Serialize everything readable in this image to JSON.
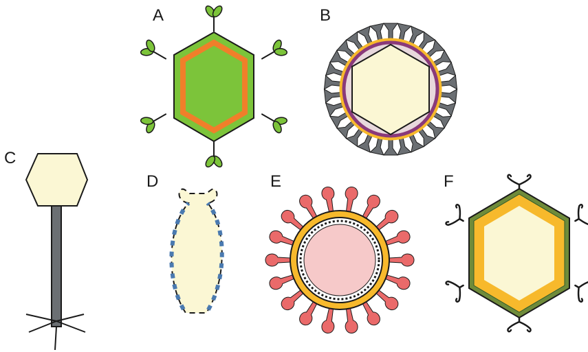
{
  "labels": {
    "a": "A",
    "b": "B",
    "c": "C",
    "d": "D",
    "e": "E",
    "f": "F"
  },
  "colors": {
    "outline": "#1a1a1a",
    "green": "#7cc43a",
    "orange": "#f07f2a",
    "cream": "#fbf7d4",
    "purple": "#8a3a7a",
    "lavender": "#e8d8dc",
    "gray": "#6b6f73",
    "yellow": "#f7b92c",
    "pink": "#f6c9c9",
    "coral": "#ea6a6a",
    "blue": "#4a7ab0",
    "darkgreen": "#2f5a2a"
  }
}
